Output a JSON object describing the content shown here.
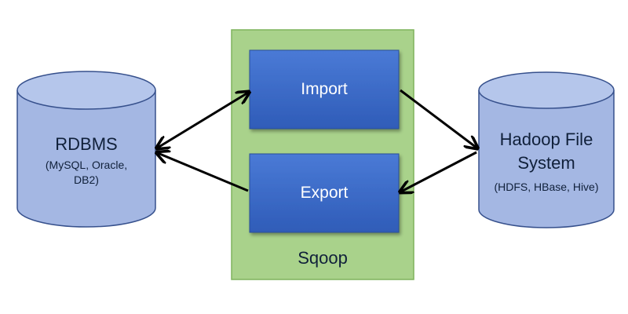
{
  "sqoop": {
    "label": "Sqoop",
    "import_label": "Import",
    "export_label": "Export"
  },
  "rdbms": {
    "title": "RDBMS",
    "subtitle_line1": "(MySQL, Oracle,",
    "subtitle_line2": "DB2)"
  },
  "hadoop": {
    "title_line1": "Hadoop File",
    "title_line2": "System",
    "subtitle": "(HDFS, HBase, Hive)"
  },
  "colors": {
    "sqoop_fill": "#a9d28b",
    "sqoop_border": "#7fb35d",
    "box_fill": "#3a69c8",
    "box_border": "#2a4f98",
    "cylinder_fill": "#a4b7e3",
    "cylinder_border": "#36508c",
    "arrow": "#000000"
  }
}
